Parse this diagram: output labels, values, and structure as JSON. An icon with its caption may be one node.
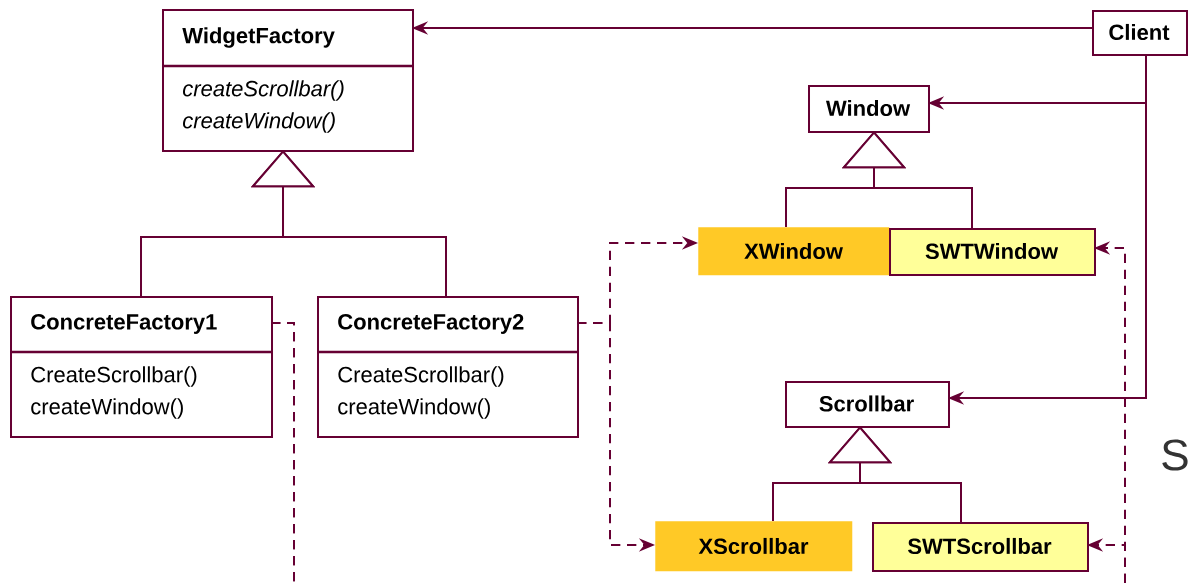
{
  "diagram": {
    "nodes": [
      {
        "text": [
          "WidgetFactory",
          "createScrollbar() createWindow()"
        ]
      },
      {
        "text": [
          "Client"
        ]
      },
      {
        "text": [
          "Window"
        ]
      },
      {
        "text": [
          "XWindow"
        ]
      },
      {
        "text": [
          "SWTWindow"
        ]
      },
      {
        "text": [
          "ConcreteFactory1",
          "CreateScrollbar() createWindow()"
        ]
      },
      {
        "text": [
          "ConcreteFactory2",
          "CreateScrollbar() createWindow()"
        ]
      },
      {
        "text": [
          "Scrollbar"
        ]
      },
      {
        "text": [
          "XScrollbar"
        ]
      },
      {
        "text": [
          "SWTScrollbar"
        ]
      }
    ],
    "edges": [
      {
        "from": 1,
        "to": 0,
        "arrow": "to"
      },
      {
        "from": 1,
        "to": 2,
        "arrow": "to"
      },
      {
        "from": 1,
        "to": 7,
        "arrow": "to"
      },
      {
        "from": 5,
        "to": 0,
        "arrow": "to"
      },
      {
        "from": 6,
        "to": 0,
        "arrow": "to"
      },
      {
        "from": 3,
        "to": 2,
        "arrow": "to"
      },
      {
        "from": 4,
        "to": 2,
        "arrow": "to"
      },
      {
        "from": 8,
        "to": 7,
        "arrow": "to"
      },
      {
        "from": 9,
        "to": 7,
        "arrow": "to"
      },
      {
        "from": 6,
        "to": 3,
        "arrow": "to",
        "style": "dashed"
      },
      {
        "from": 6,
        "to": 8,
        "arrow": "to",
        "style": "dashed"
      },
      {
        "from": 5,
        "to": 4,
        "arrow": "to",
        "style": "dashed"
      },
      {
        "from": 5,
        "to": 9,
        "arrow": "to",
        "style": "dashed"
      }
    ],
    "labels": [
      "S"
    ]
  }
}
